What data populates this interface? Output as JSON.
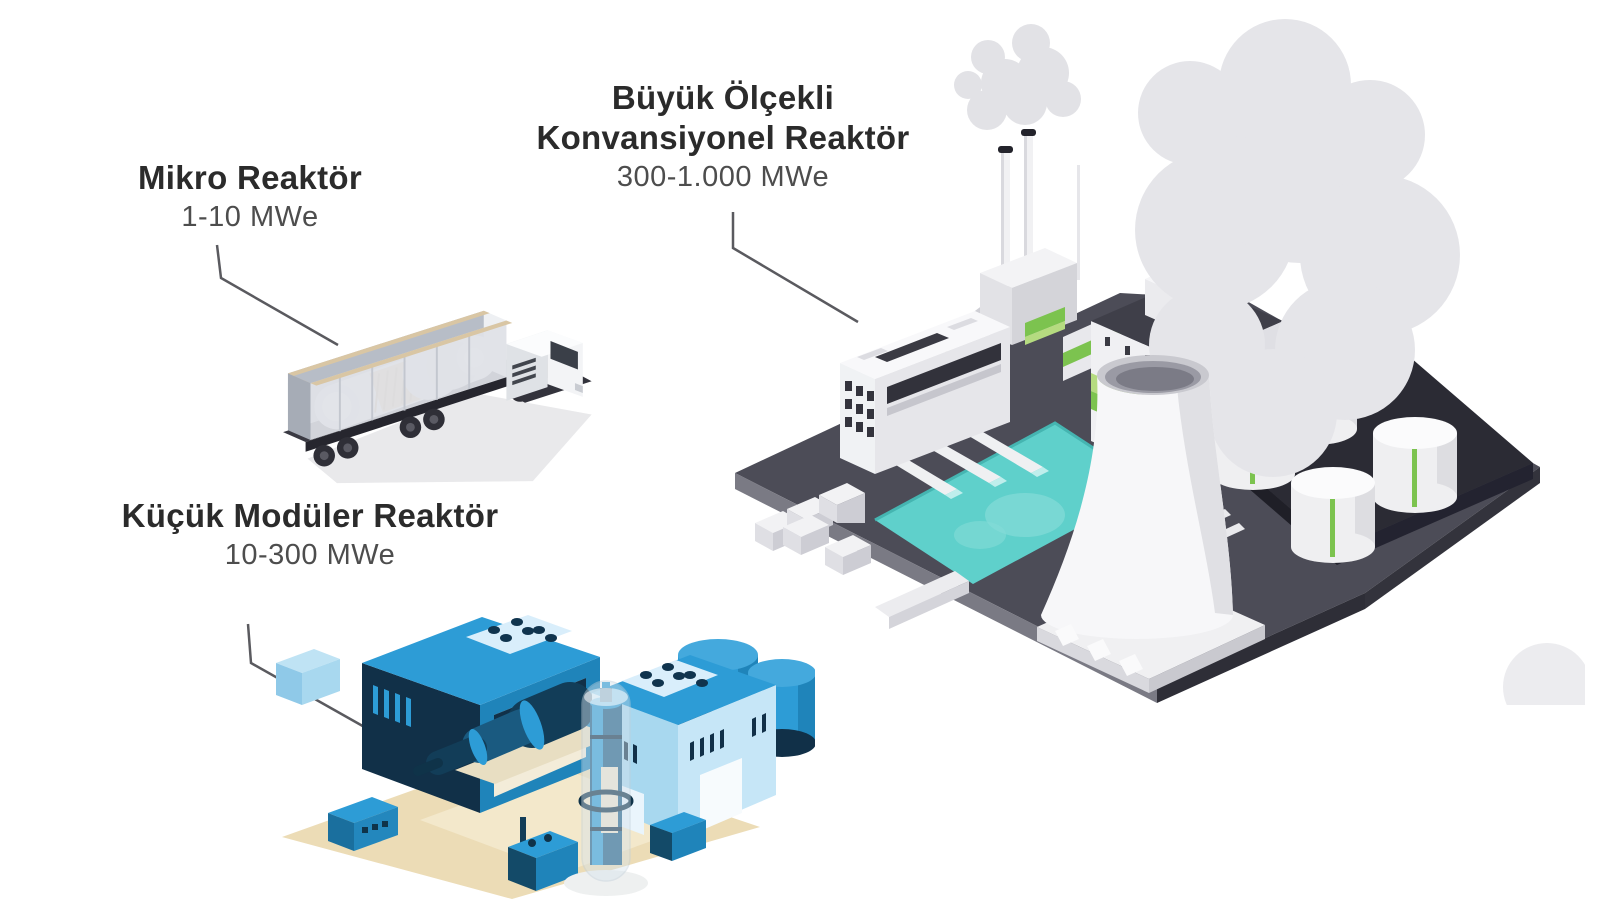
{
  "infographic": {
    "language": "tr",
    "topic": "nuclear reactor size comparison"
  },
  "labels": {
    "micro": {
      "title": "Mikro Reaktör",
      "capacity": "1-10 MWe"
    },
    "large": {
      "title_line1": "Büyük Ölçekli",
      "title_line2": "Konvansiyonel Reaktör",
      "capacity": "300-1.000 MWe"
    },
    "smr": {
      "title": "Küçük Modüler Reaktör",
      "capacity": "10-300 MWe"
    }
  },
  "illustrations": {
    "micro": "micro-reactor-on-flatbed-truck",
    "smr": "small-modular-reactor-facility",
    "large": "conventional-nuclear-power-plant"
  },
  "colors": {
    "text_title": "#2b2b2b",
    "text_capacity": "#4d4d4d",
    "leader_line": "#5a5a5f",
    "smr_blue": "#2d9cd6",
    "smr_navy": "#113048",
    "smr_light_blue": "#a8d8ef",
    "platform_tan": "#ecdcb6",
    "plant_base_slate": "#4c4c57",
    "pool_turquoise": "#5fd0cb",
    "accent_green": "#7cc34f",
    "accent_green_light": "#b5db80",
    "steam_gray": "#e5e5e9",
    "white_structure": "#f2f2f4"
  }
}
